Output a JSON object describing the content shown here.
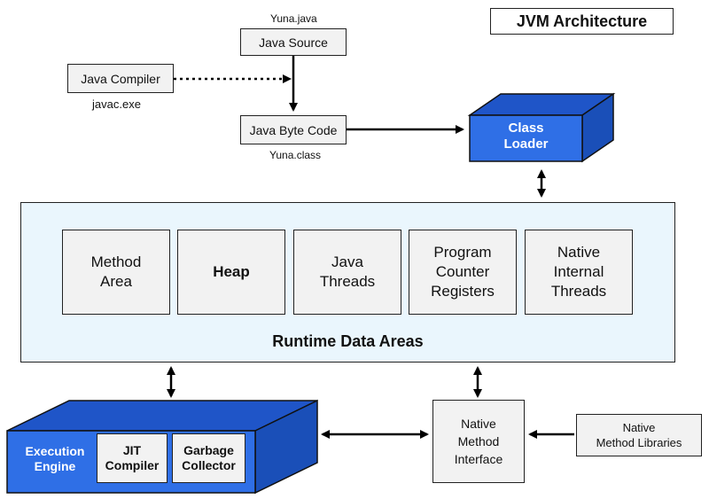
{
  "title": "JVM Architecture",
  "source": {
    "file": "Yuna.java",
    "label": "Java Source"
  },
  "compiler": {
    "label": "Java Compiler",
    "exe": "javac.exe"
  },
  "bytecode": {
    "label": "Java Byte Code",
    "file": "Yuna.class"
  },
  "class_loader": {
    "label": "Class\nLoader"
  },
  "runtime": {
    "label": "Runtime Data Areas",
    "areas": [
      {
        "label": "Method\nArea",
        "bold": false
      },
      {
        "label": "Heap",
        "bold": true
      },
      {
        "label": "Java\nThreads",
        "bold": false
      },
      {
        "label": "Program\nCounter\nRegisters",
        "bold": false
      },
      {
        "label": "Native\nInternal\nThreads",
        "bold": false
      }
    ]
  },
  "execution_engine": {
    "label": "Execution\nEngine",
    "jit": "JIT\nCompiler",
    "gc": "Garbage\nCollector"
  },
  "native_interface": {
    "label": "Native\nMethod\nInterface"
  },
  "native_libraries": {
    "label": "Native\nMethod Libraries"
  },
  "colors": {
    "blue": "#2f6fe6",
    "blue_dark": "#1f55c8",
    "runtime_bg": "#eaf6fd",
    "box_bg": "#f2f2f2"
  }
}
